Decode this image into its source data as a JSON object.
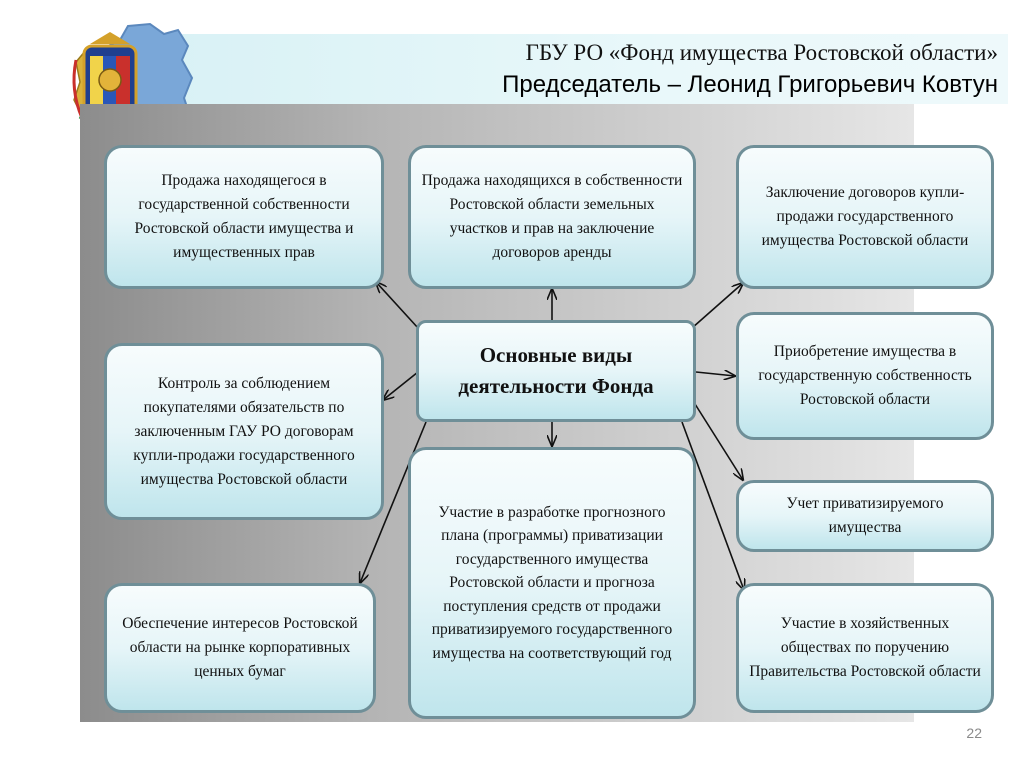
{
  "header": {
    "line1": "ГБУ РО «Фонд имущества Ростовской области»",
    "line2": "Председатель – Леонид Григорьевич Ковтун"
  },
  "emblem": {
    "icon": "rostov-region-coat-of-arms-icon"
  },
  "center": {
    "label": "Основные виды деятельности Фонда"
  },
  "boxes": {
    "top_left": "Продажа находящегося в государственной собственности Ростовской области имущества и имущественных прав",
    "top_middle": "Продажа находящихся в собственности Ростовской области земельных участков и прав на заключение договоров аренды",
    "top_right": "Заключение договоров купли-продажи государственного имущества Ростовской области",
    "mid_left": "Контроль за соблюдением покупателями обязательств по заключенным ГАУ РО договорам купли-продажи государственного имущества Ростовской области",
    "right_acquire": "Приобретение имущества в государственную собственность Ростовской области",
    "right_records": "Учет приватизируемого имущества",
    "right_companies": "Участие в хозяйственных обществах по поручению Правительства Ростовской области",
    "bottom_left": "Обеспечение интересов Ростовской области на рынке корпоративных ценных бумаг",
    "bottom_middle": "Участие в разработке прогнозного плана (программы) приватизации государственного имущества Ростовской области и прогноза поступления средств от продажи приватизируемого государственного имущества на соответствующий год"
  },
  "page_number": "22",
  "colors": {
    "box_border": "#6f8f98",
    "box_fill_light": "#f7fcfd",
    "box_fill_dark": "#bfe5ec",
    "header_band": "#d8f1f5"
  }
}
